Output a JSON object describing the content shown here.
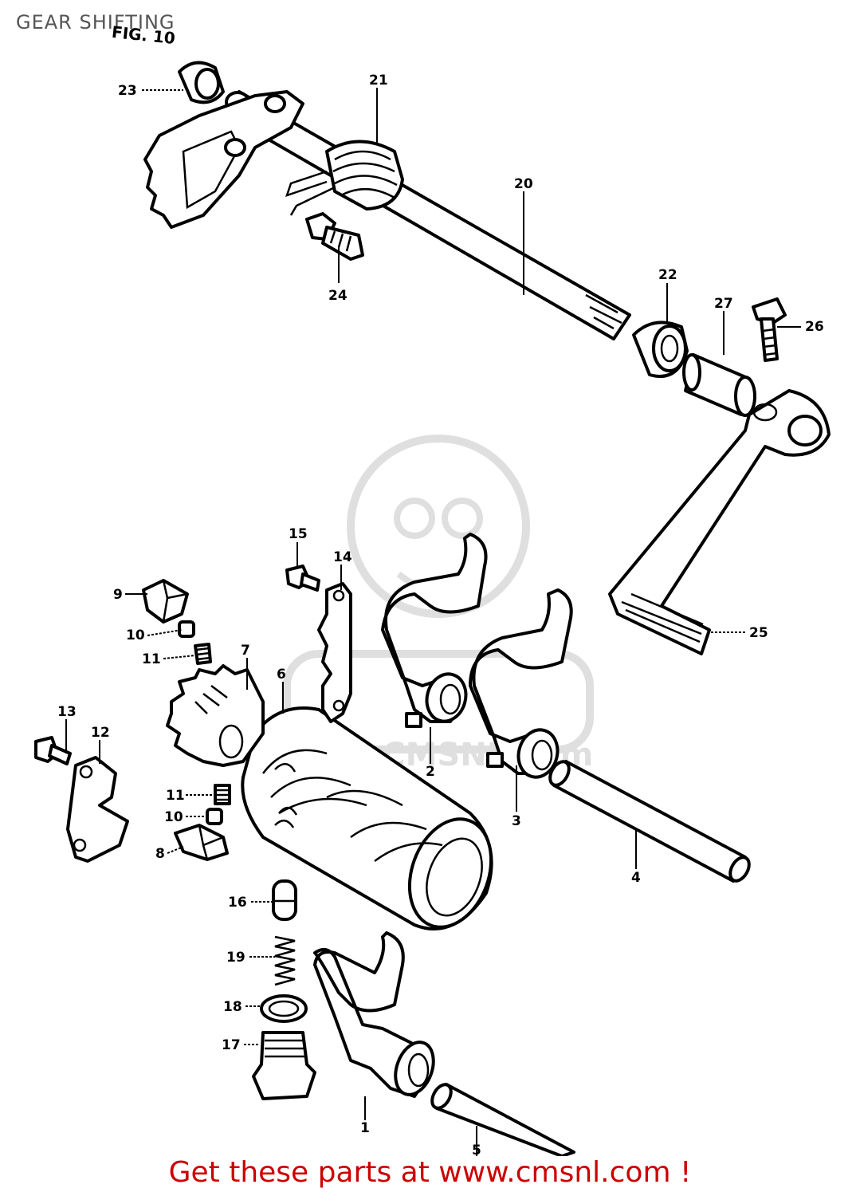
{
  "page": {
    "title": "GEAR SHIFTING",
    "figure_label": "FIG. 10"
  },
  "banner": {
    "text": "Get these parts at www.cmsnl.com !",
    "color": "#cc0000"
  },
  "watermark": {
    "text": "www.CMSNL.com"
  },
  "callouts": {
    "p1": "1",
    "p2": "2",
    "p3": "3",
    "p4": "4",
    "p5": "5",
    "p6": "6",
    "p7": "7",
    "p8": "8",
    "p9": "9",
    "p10a": "10",
    "p10b": "10",
    "p11a": "11",
    "p11b": "11",
    "p12": "12",
    "p13": "13",
    "p14": "14",
    "p15": "15",
    "p16": "16",
    "p17": "17",
    "p18": "18",
    "p19": "19",
    "p20": "20",
    "p21": "21",
    "p22": "22",
    "p23": "23",
    "p24": "24",
    "p25": "25",
    "p26": "26",
    "p27": "27"
  }
}
